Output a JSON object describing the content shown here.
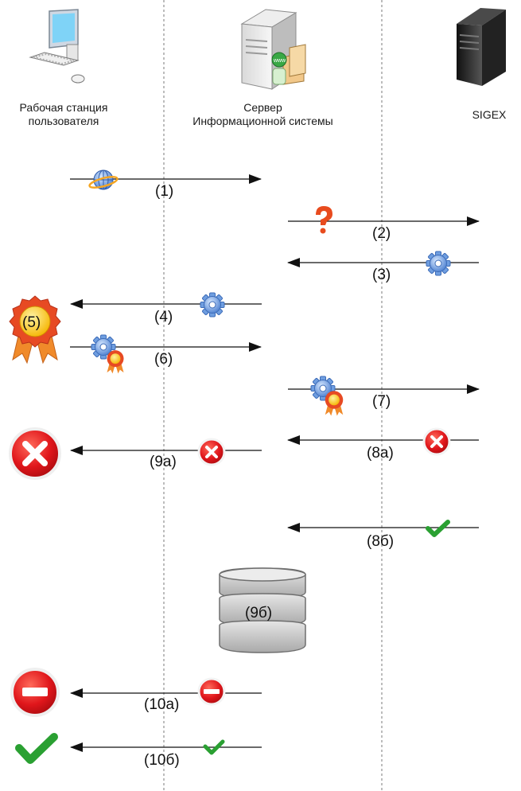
{
  "actors": [
    {
      "id": "workstation",
      "label": "Рабочая станция\nпользователя"
    },
    {
      "id": "server",
      "label": "Сервер\nИнформационной системы"
    },
    {
      "id": "sigex",
      "label": "SIGEX"
    }
  ],
  "steps": [
    {
      "label": "(1)",
      "icon": "globe-icon"
    },
    {
      "label": "(2)",
      "icon": "question-icon"
    },
    {
      "label": "(3)",
      "icon": "gear-icon"
    },
    {
      "label": "(4)",
      "icon": "gear-icon"
    },
    {
      "label": "(5)",
      "icon": "award-badge-icon"
    },
    {
      "label": "(6)",
      "icon": "gear-award-icon"
    },
    {
      "label": "(7)",
      "icon": "gear-award-icon"
    },
    {
      "label": "(8а)",
      "icon": "error-icon"
    },
    {
      "label": "(9а)",
      "icon": "error-icon"
    },
    {
      "label": "(8б)",
      "icon": "check-icon"
    },
    {
      "label": "(9б)",
      "icon": "database-icon"
    },
    {
      "label": "(10а)",
      "icon": "no-entry-icon"
    },
    {
      "label": "(10б)",
      "icon": "check-icon"
    }
  ],
  "colors": {
    "error": "#e0161b",
    "check": "#2aa032",
    "gear": "#6f9ee0",
    "award": "#e74a23",
    "question": "#e84b1e",
    "database": "#c8c8c8"
  }
}
